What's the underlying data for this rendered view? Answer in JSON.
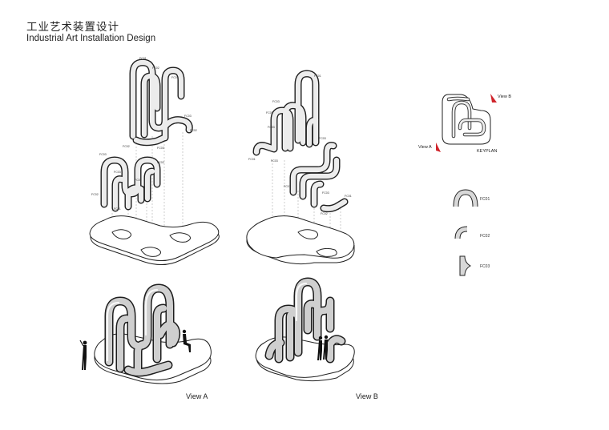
{
  "header": {
    "title_cn": "工业艺术装置设计",
    "title_en": "Industrial Art Installation Design"
  },
  "views": {
    "view_a": "View A",
    "view_b": "View B"
  },
  "keyplan": {
    "label": "KEYPLAN",
    "view_a_marker": "View A",
    "view_b_marker": "View B",
    "marker_color": "#d0242b"
  },
  "legend": [
    {
      "code": "FC01",
      "icon": "semicircle-elbow-icon"
    },
    {
      "code": "FC02",
      "icon": "quarter-elbow-icon"
    },
    {
      "code": "FC03",
      "icon": "flange-joint-icon"
    }
  ]
}
